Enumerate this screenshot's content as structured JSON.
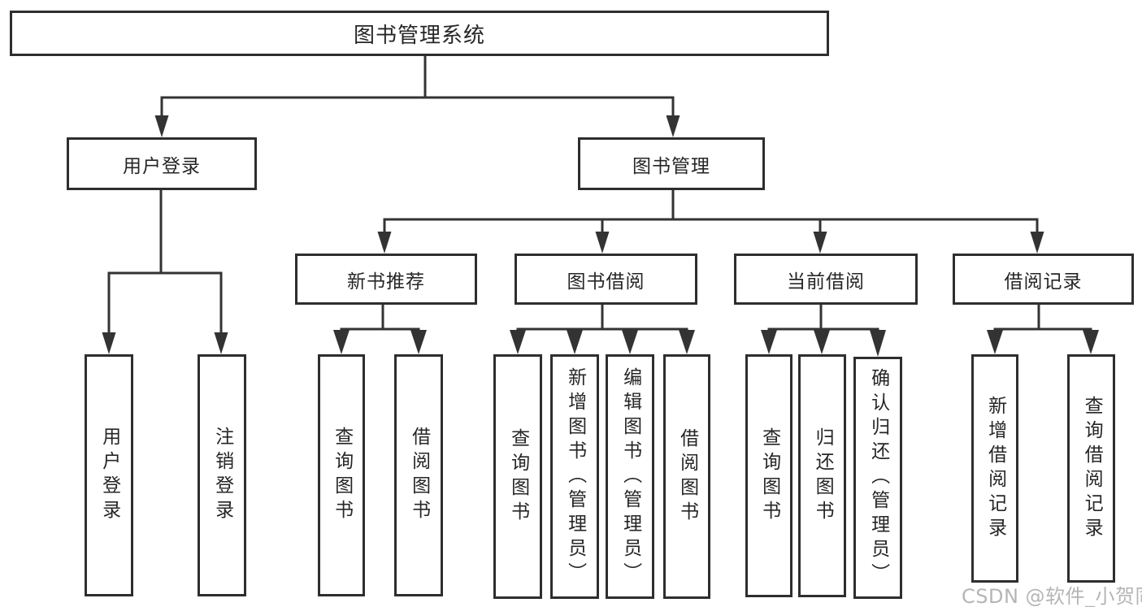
{
  "tree": {
    "root": {
      "label": "图书管理系统"
    },
    "branches": [
      {
        "label": "用户登录",
        "children": [
          {
            "label": "用户登录"
          },
          {
            "label": "注销登录"
          }
        ]
      },
      {
        "label": "图书管理",
        "children": [
          {
            "label": "新书推荐",
            "children": [
              {
                "label": "查询图书"
              },
              {
                "label": "借阅图书"
              }
            ]
          },
          {
            "label": "图书借阅",
            "children": [
              {
                "label": "查询图书"
              },
              {
                "label": "新增图书（管理员）"
              },
              {
                "label": "编辑图书（管理员）"
              },
              {
                "label": "借阅图书"
              }
            ]
          },
          {
            "label": "当前借阅",
            "children": [
              {
                "label": "查询图书"
              },
              {
                "label": "归还图书"
              },
              {
                "label": "确认归还（管理员）"
              }
            ]
          },
          {
            "label": "借阅记录",
            "children": [
              {
                "label": "新增借阅记录"
              },
              {
                "label": "查询借阅记录"
              }
            ]
          }
        ]
      }
    ]
  },
  "watermark": {
    "text": "CSDN @软件_小贺同学",
    "color": "#b5b5b5"
  },
  "colors": {
    "line": "#333333",
    "box_border": "#2e2e2e",
    "text": "#262626",
    "background": "#ffffff"
  }
}
